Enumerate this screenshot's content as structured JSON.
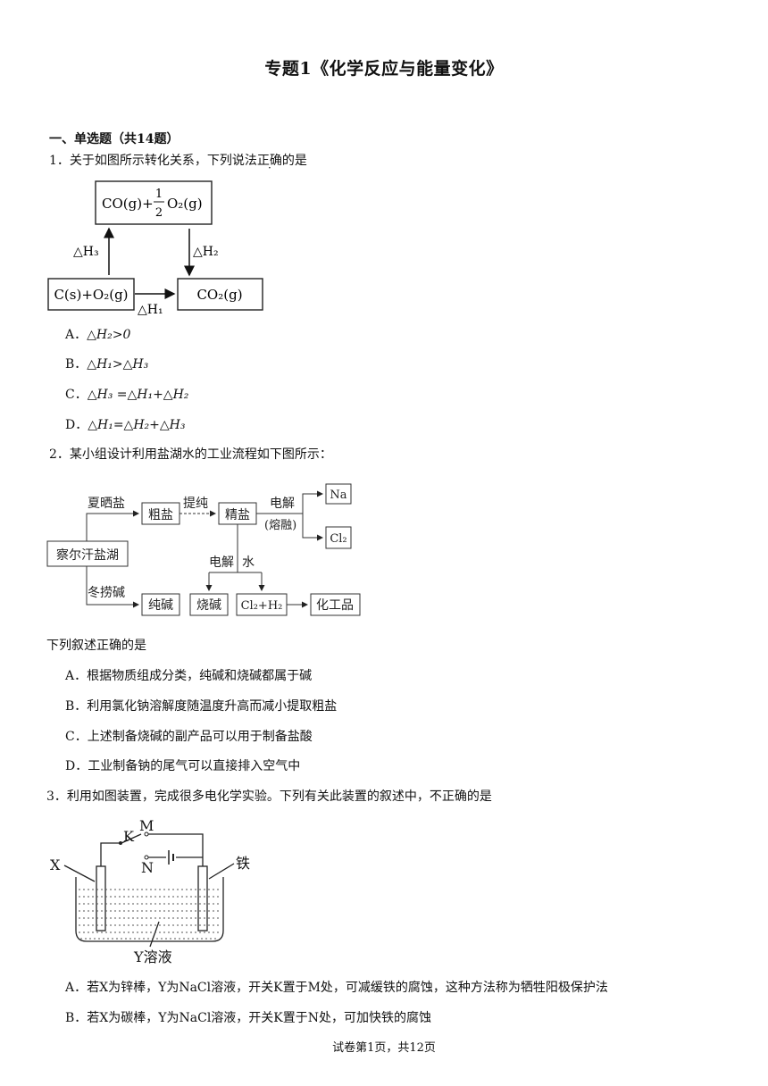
{
  "title": "专题1《化学反应与能量变化》",
  "section": "一、单选题（共14题）",
  "q1": {
    "stem_pre": "1．关于如图所示转化关系，下列说法",
    "stem_mark": "正确",
    "stem_post": "的是",
    "diagram": {
      "top_box": "CO(g)+",
      "frac_num": "1",
      "frac_den": "2",
      "top_box_tail": "O₂(g)",
      "left_box": "C(s)+O₂(g)",
      "right_box": "CO₂(g)",
      "h1": "△H₁",
      "h2": "△H₂",
      "h3": "△H₃"
    },
    "options": [
      {
        "letter": "A．",
        "text": "△H₂>0"
      },
      {
        "letter": "B．",
        "text": "△H₁>△H₃"
      },
      {
        "letter": "C．",
        "text": "△H₃ =△H₁+△H₂"
      },
      {
        "letter": "D．",
        "text": "△H₁=△H₂+△H₃"
      }
    ]
  },
  "q2": {
    "stem": "2．某小组设计利用盐湖水的工业流程如下图所示：",
    "diagram": {
      "lake": "察尔汗盐湖",
      "summer": "夏晒盐",
      "crude": "粗盐",
      "purify": "提纯",
      "fine": "精盐",
      "electrolysis": "电解",
      "molten": "(熔融)",
      "na": "Na",
      "cl2": "Cl₂",
      "electrolysis2": "电解",
      "water": "水",
      "winter": "冬捞碱",
      "soda": "纯碱",
      "caustic": "烧碱",
      "cl2h2": "Cl₂+H₂",
      "chem": "化工品"
    },
    "lead": "下列叙述正确的是",
    "options": [
      {
        "letter": "A．",
        "text": "根据物质组成分类，纯碱和烧碱都属于碱"
      },
      {
        "letter": "B．",
        "text": "利用氯化钠溶解度随温度升高而减小提取粗盐"
      },
      {
        "letter": "C．",
        "text": "上述制备烧碱的副产品可以用于制备盐酸"
      },
      {
        "letter": "D．",
        "text": "工业制备钠的尾气可以直接排入空气中"
      }
    ]
  },
  "q3": {
    "stem": "3．利用如图装置，完成很多电化学实验。下列有关此装置的叙述中，不正确的是",
    "diagram": {
      "m": "M",
      "k": "K",
      "n": "N",
      "x": "X",
      "iron": "铁",
      "y": "Y溶液"
    },
    "options": [
      {
        "letter": "A．",
        "text": "若X为锌棒，Y为NaCl溶液，开关K置于M处，可减缓铁的腐蚀，这种方法称为牺牲阳极保护法"
      },
      {
        "letter": "B．",
        "text": "若X为碳棒，Y为NaCl溶液，开关K置于N处，可加快铁的腐蚀"
      }
    ]
  },
  "footer": "试卷第1页，共12页"
}
